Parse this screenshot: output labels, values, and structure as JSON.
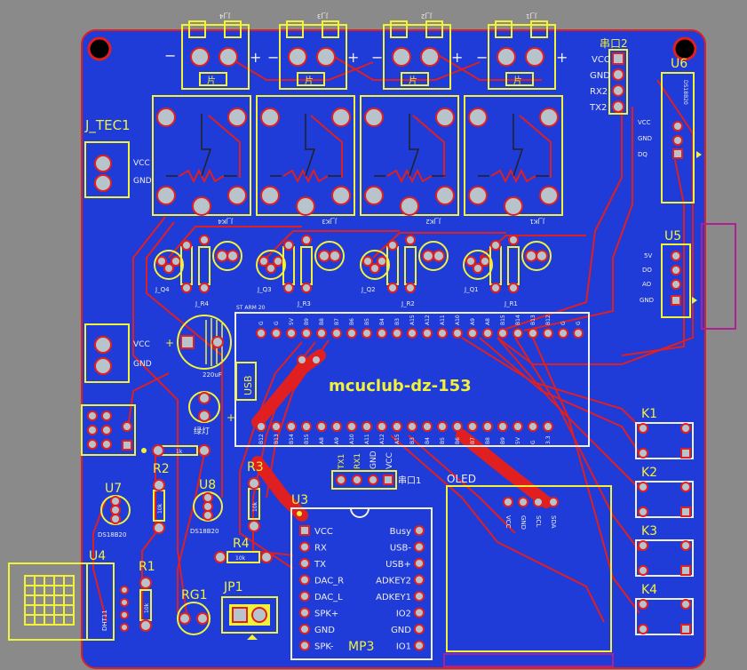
{
  "colors": {
    "background": "#8a8a8a",
    "board": "#1f3bd8",
    "trace": "#e02020",
    "silk": "#f2f23a",
    "silk_white": "#f0f0f0",
    "pad": "#b8c4cc",
    "overlay": "#b02090"
  },
  "board": {
    "title": "mcuclub-dz-153"
  },
  "relays": {
    "top_labels": [
      "J_J4",
      "J_J3",
      "J_J2",
      "J_J1"
    ],
    "bottom_labels": [
      "J_JK4",
      "J_JK3",
      "J_JK2",
      "J_JK1"
    ],
    "plus": "+",
    "minus": "−",
    "connector_mark": "片"
  },
  "tec": {
    "label": "J_TEC1",
    "vcc": "VCC",
    "gnd": "GND"
  },
  "serial2": {
    "label": "串口2",
    "pins": [
      "VCC",
      "GND",
      "RX2",
      "TX2"
    ]
  },
  "u6": {
    "label": "U6",
    "pins": [
      "VCC",
      "GND",
      "DQ"
    ],
    "model": "DS18B20"
  },
  "u5": {
    "label": "U5",
    "pins": [
      "5V",
      "DO",
      "AO",
      "GND"
    ]
  },
  "power2": {
    "vcc": "VCC",
    "gnd": "GND",
    "cap_value": "220uF",
    "plus": "+"
  },
  "led": {
    "label": "绿灯",
    "plus": "+"
  },
  "usb": {
    "label": "USB"
  },
  "mcu": {
    "top_pins": [
      "G",
      "G",
      "5V",
      "B9",
      "B8",
      "B7",
      "B6",
      "B5",
      "B4",
      "B3",
      "A15",
      "A12",
      "A11",
      "A10",
      "A9",
      "A8",
      "B15",
      "B14",
      "B13",
      "B12",
      "G",
      "G"
    ],
    "bottom_pins": [
      "B12",
      "B13",
      "B14",
      "B15",
      "A8",
      "A9",
      "A10",
      "A11",
      "A12",
      "A15",
      "B3",
      "B4",
      "B5",
      "B6",
      "B7",
      "B8",
      "B9",
      "5V",
      "G",
      "3.3"
    ]
  },
  "driver_row": {
    "labels": [
      "J_Q4",
      "J_R4",
      "J_Q3",
      "J_R3",
      "J_Q2",
      "J_R2",
      "J_Q1",
      "J_R1"
    ]
  },
  "serial1": {
    "label": "串口1",
    "pins": [
      "TX1",
      "RX1",
      "GND",
      "VCC"
    ]
  },
  "resistors": {
    "r1": "R1",
    "r2": "R2",
    "r3": "R3",
    "r4": "R4",
    "r_value": "10k",
    "r_small": "1k"
  },
  "u7": {
    "label": "U7",
    "model": "DS18B20"
  },
  "u8": {
    "label": "U8",
    "model": "DS18B20"
  },
  "u4": {
    "label": "U4",
    "model": "DHT11"
  },
  "rg1": {
    "label": "RG1"
  },
  "jp1": {
    "label": "JP1"
  },
  "u3": {
    "label": "U3",
    "name": "MP3",
    "left_pins": [
      "VCC",
      "RX",
      "TX",
      "DAC_R",
      "DAC_L",
      "SPK+",
      "GND",
      "SPK-"
    ],
    "right_pins": [
      "Busy",
      "USB-",
      "USB+",
      "ADKEY2",
      "ADKEY1",
      "IO2",
      "GND",
      "IO1"
    ]
  },
  "oled": {
    "label": "OLED",
    "pins": [
      "VCC",
      "GND",
      "SCL",
      "SDA"
    ]
  },
  "keys": {
    "labels": [
      "K1",
      "K2",
      "K3",
      "K4"
    ]
  }
}
